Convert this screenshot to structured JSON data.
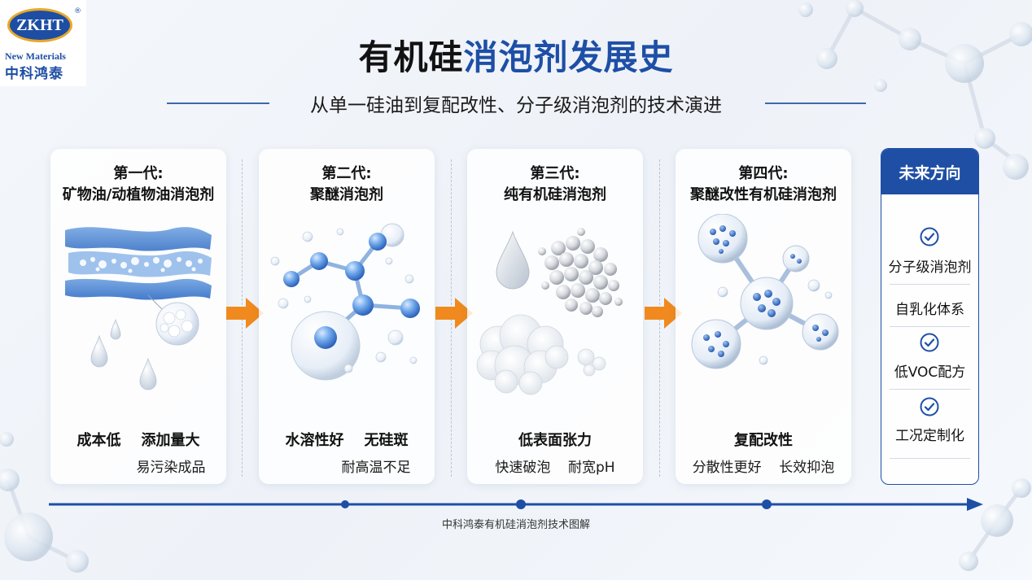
{
  "logo": {
    "mark": "ZKHT",
    "registered": "®",
    "english": "New Materials",
    "chinese": "中科鸿泰"
  },
  "title": {
    "part1": "有机硅",
    "part2": "消泡剂发展史"
  },
  "subtitle": "从单一硅油到复配改性、分子级消泡剂的技术演进",
  "generations": [
    {
      "heading_line1": "第一代:",
      "heading_line2": "矿物油/动植物油消泡剂",
      "features": "成本低    添加量大",
      "drawbacks": "易污染成品",
      "illustration": "layered-film-foam"
    },
    {
      "heading_line1": "第二代:",
      "heading_line2": "聚醚消泡剂",
      "features": "水溶性好    无硅斑",
      "drawbacks": "耐高温不足",
      "illustration": "molecule-chain"
    },
    {
      "heading_line1": "第三代:",
      "heading_line2": "纯有机硅消泡剂",
      "features": "低表面张力",
      "drawbacks": "快速破泡    耐宽pH",
      "illustration": "droplet-foam-particles"
    },
    {
      "heading_line1": "第四代:",
      "heading_line2": "聚醚改性有机硅消泡剂",
      "features": "复配改性",
      "drawbacks": "分散性更好    长效抑泡",
      "illustration": "modified-molecule"
    }
  ],
  "future": {
    "heading": "未来方向",
    "items": [
      {
        "label": "分子级消泡剂",
        "icon": "check-circle-icon",
        "has_check": true
      },
      {
        "label": "自乳化体系",
        "icon": "",
        "has_check": false
      },
      {
        "label": "低VOC配方",
        "icon": "check-circle-icon",
        "has_check": true
      },
      {
        "label": "工况定制化",
        "icon": "check-circle-icon",
        "has_check": true
      }
    ]
  },
  "footer_label": "中科鸿泰有机硅消泡剂技术图解",
  "colors": {
    "primary_blue": "#1e4fa6",
    "arrow_orange": "#f08a1e",
    "timeline_blue": "#1e4fa6"
  }
}
